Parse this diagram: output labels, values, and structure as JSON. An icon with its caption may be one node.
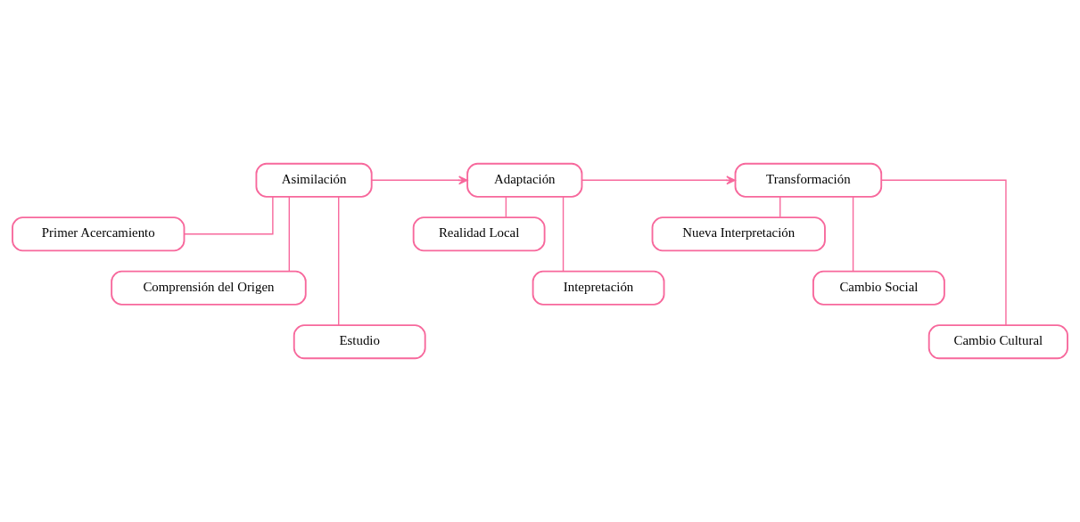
{
  "diagram": {
    "nodes": [
      {
        "text": [
          "Asimilación"
        ]
      },
      {
        "text": [
          "Adaptación"
        ]
      },
      {
        "text": [
          "Transformación"
        ]
      },
      {
        "text": [
          "Primer Acercamiento"
        ]
      },
      {
        "text": [
          "Comprensión del Origen"
        ]
      },
      {
        "text": [
          "Estudio"
        ]
      },
      {
        "text": [
          "Realidad Local"
        ]
      },
      {
        "text": [
          "Intepretación"
        ]
      },
      {
        "text": [
          "Nueva Interpretación"
        ]
      },
      {
        "text": [
          "Cambio Social"
        ]
      },
      {
        "text": [
          "Cambio Cultural"
        ]
      }
    ],
    "edges": [
      {
        "from": 0,
        "to": 1,
        "arrow": "to"
      },
      {
        "from": 1,
        "to": 2,
        "arrow": "to"
      },
      {
        "from": 0,
        "to": 3,
        "arrow": "none"
      },
      {
        "from": 0,
        "to": 4,
        "arrow": "none"
      },
      {
        "from": 0,
        "to": 5,
        "arrow": "none"
      },
      {
        "from": 1,
        "to": 6,
        "arrow": "none"
      },
      {
        "from": 1,
        "to": 7,
        "arrow": "none"
      },
      {
        "from": 2,
        "to": 8,
        "arrow": "none"
      },
      {
        "from": 2,
        "to": 9,
        "arrow": "none"
      },
      {
        "from": 2,
        "to": 10,
        "arrow": "none"
      }
    ]
  }
}
